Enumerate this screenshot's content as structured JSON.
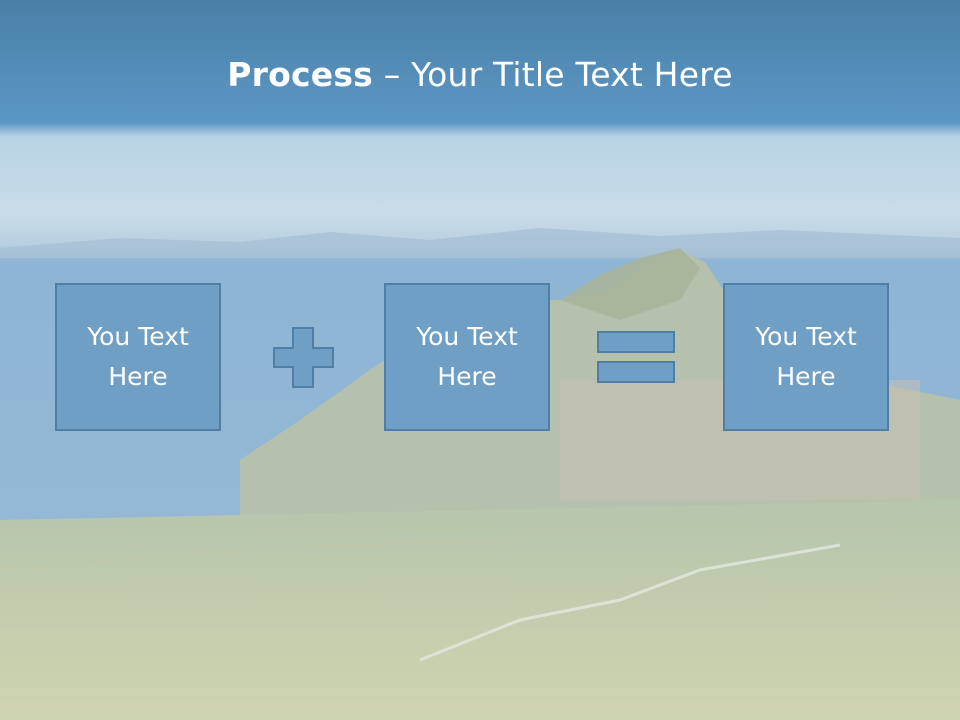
{
  "slide": {
    "title_bold": "Process",
    "title_rest": " – Your Title Text Here",
    "boxes": [
      {
        "text": "You Text Here"
      },
      {
        "text": "You Text Here"
      },
      {
        "text": "You Text Here"
      }
    ],
    "operators": [
      "plus-icon",
      "equals-icon"
    ]
  },
  "colors": {
    "header": "#4f8fbf",
    "box_fill": "#6f9fc4",
    "box_border": "#4f7fa6",
    "text": "#ffffff"
  }
}
